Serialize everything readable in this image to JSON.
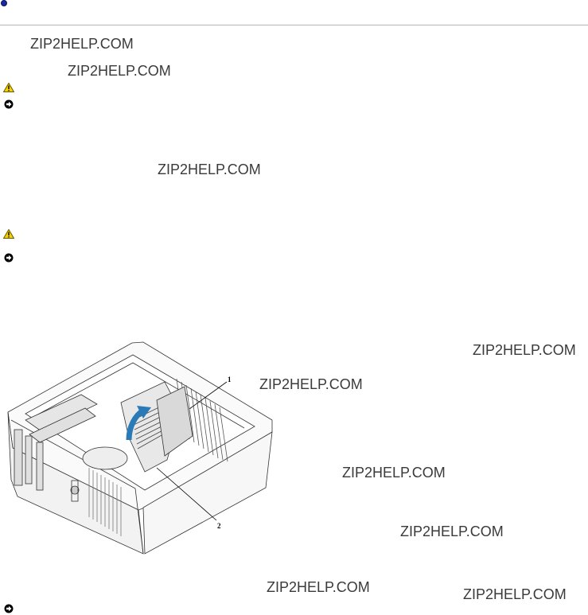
{
  "watermarks": {
    "w1": "ZIP2HELP.COM",
    "w2": "ZIP2HELP.COM",
    "w3": "ZIP2HELP.COM",
    "w4": "ZIP2HELP.COM",
    "w5": "ZIP2HELP.COM",
    "w6": "ZIP2HELP.COM",
    "w7": "ZIP2HELP.COM",
    "w8": "ZIP2HELP.COM",
    "w9": "ZIP2HELP.COM"
  },
  "figure": {
    "callout_1": "1",
    "callout_2": "2"
  },
  "icons": [
    "bullet-icon",
    "warning-icon",
    "notice-icon"
  ]
}
